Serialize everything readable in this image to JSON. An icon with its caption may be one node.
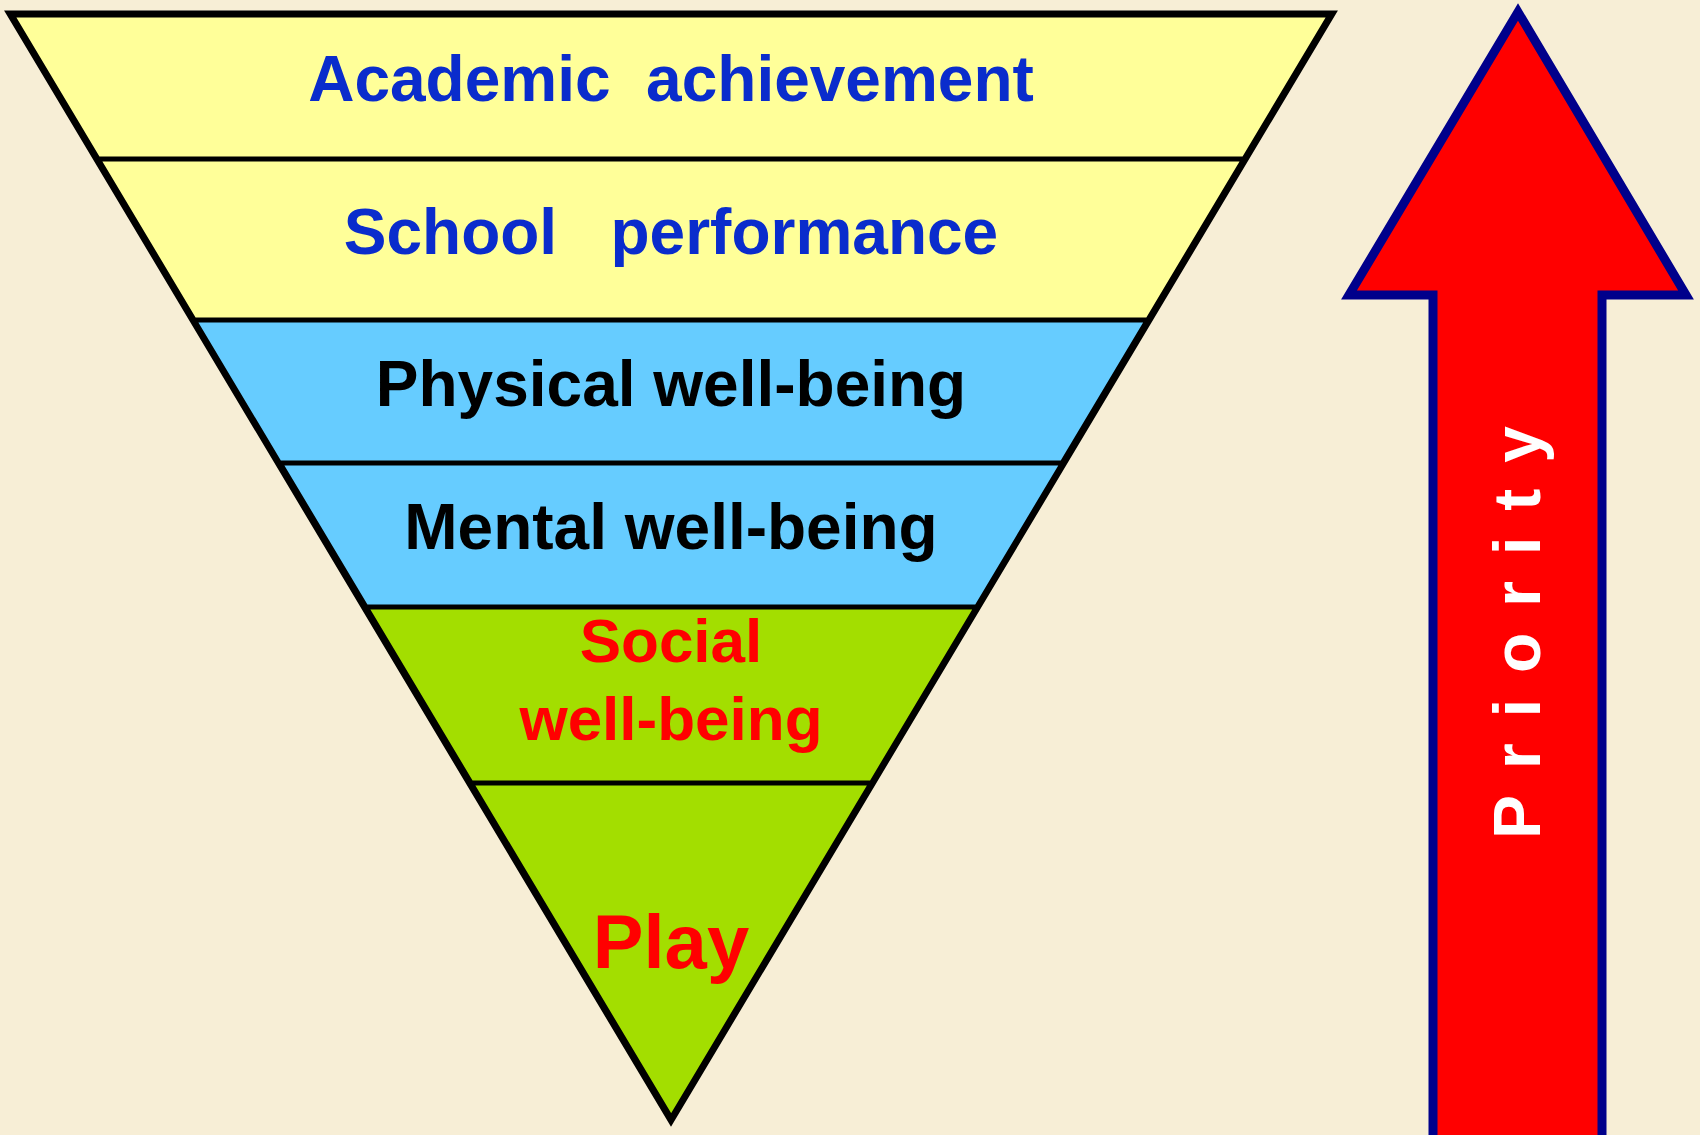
{
  "diagram": {
    "nodes": [
      {
        "text": [
          "Academic  achievement"
        ]
      },
      {
        "text": [
          "School   performance"
        ]
      },
      {
        "text": [
          "Physical well-being"
        ]
      },
      {
        "text": [
          "Mental well-being"
        ]
      },
      {
        "text": [
          "Social well-being"
        ]
      },
      {
        "text": [
          "Play"
        ]
      },
      {
        "text": [
          "Priority"
        ]
      }
    ]
  }
}
